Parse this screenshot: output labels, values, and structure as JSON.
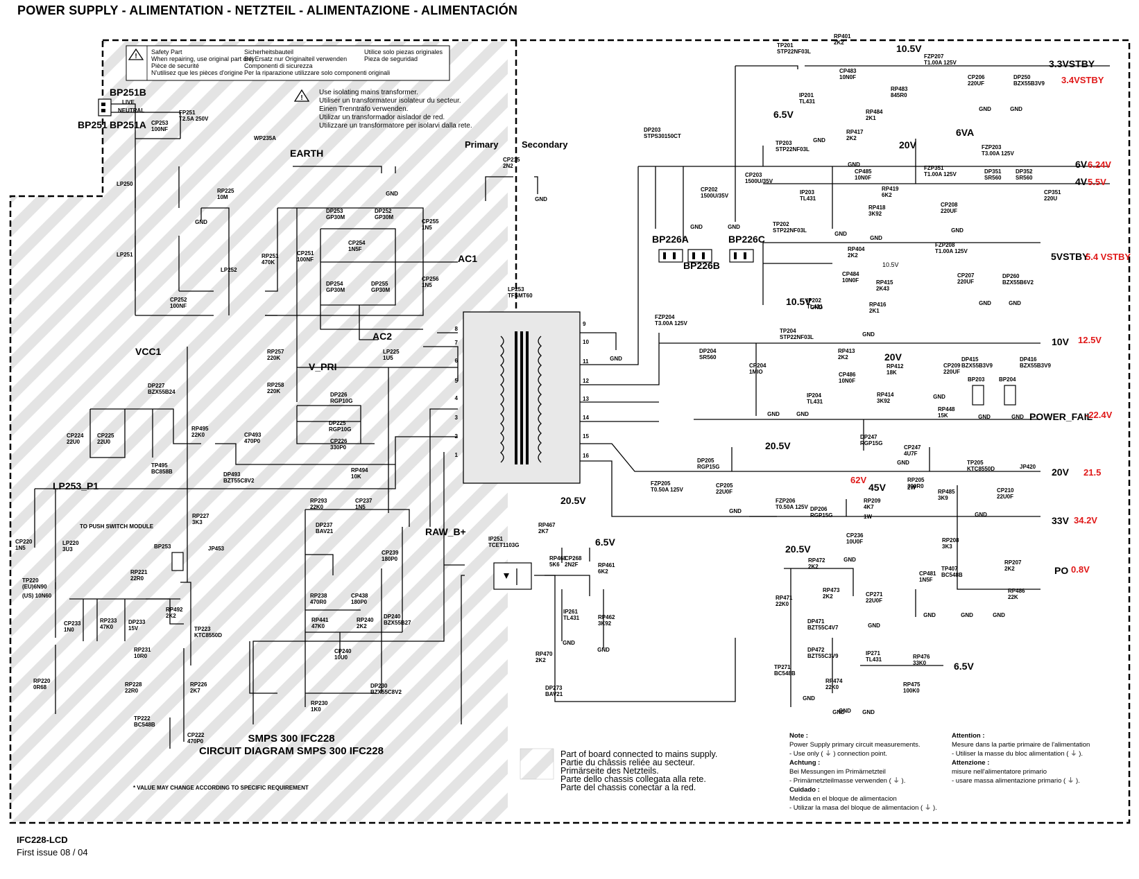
{
  "header": {
    "title": "POWER SUPPLY  -  ALIMENTATION - NETZTEIL - ALIMENTAZIONE -  ALIMENTACIÓN"
  },
  "footer": {
    "model": "IFC228-LCD",
    "issue": "First issue 08 / 04"
  },
  "safety_box": {
    "lines": [
      [
        "Safety Part",
        "Sicherheitsbauteil",
        "Utilice solo piezas originales"
      ],
      [
        "When repairing, use original part only",
        "Bei Ersatz nur Originalteil verwenden",
        "Pieza de seguridad"
      ],
      [
        "Pièce de securité",
        "Componenti di sicurezza",
        ""
      ],
      [
        "N'utilisez que les pièces d'origine",
        "Per la riparazione utilizzare solo componenti originali",
        ""
      ]
    ]
  },
  "isolation_note": [
    "Use isolating mains transformer.",
    "Utiliser un transformateur isolateur du secteur.",
    "Einen Trenntrafo verwenden.",
    "Utilizar un transformador aislador de red.",
    "Utilizzare un transformatore per isolarvi dalla rete."
  ],
  "regions": {
    "primary": "Primary",
    "secondary": "Secondary"
  },
  "diagram_title": [
    "SMPS 300 IFC228",
    "CIRCUIT DIAGRAM SMPS 300 IFC228"
  ],
  "value_note": "* VALUE MAY CHANGE ACCORDING TO SPECIFIC REQUIREMENT",
  "switch_note": "TO PUSH SWITCH MODULE",
  "hatch_legend": [
    "Part of board connected to mains supply.",
    "Partie du châssis reliée au secteur.",
    "Primärseite des Netzteils.",
    "Parte dello chassis collegata alla rete.",
    "Parte del chassis conectar a la red."
  ],
  "notes_left": [
    {
      "t": "Note :",
      "b": true
    },
    {
      "t": "Power Supply primary circuit measurements.",
      "b": false
    },
    {
      "t": "- Use only  ( ⏚ )  connection point.",
      "b": false
    },
    {
      "t": "Achtung :",
      "b": true
    },
    {
      "t": "Bei Messungen im Primärnetzteil",
      "b": false
    },
    {
      "t": "- Primärnetzteilmasse verwenden (  ⏚  ).",
      "b": false
    },
    {
      "t": "Cuidado :",
      "b": true
    },
    {
      "t": "Medida en el bloque de alimentacion",
      "b": false
    },
    {
      "t": "- Utilizar la masa del bloque de alimentacion (  ⏚  ).",
      "b": false
    }
  ],
  "notes_right": [
    {
      "t": "Attention :",
      "b": true
    },
    {
      "t": "Mesure dans la partie primaire de l'alimentation",
      "b": false
    },
    {
      "t": "- Utiliser la masse du bloc alimentation (  ⏚  ).",
      "b": false
    },
    {
      "t": "Attenzione :",
      "b": true
    },
    {
      "t": "misure nell'alimentatore primario",
      "b": false
    },
    {
      "t": "- usare massa alimentazione primario (  ⏚  ).",
      "b": false
    }
  ],
  "connectors": {
    "bp251": "BP251",
    "bp251b": "BP251B",
    "bp251a": "BP251A",
    "live": "LIVE",
    "neutral": "NEUTRAL",
    "bp226a": "BP226A",
    "bp226b": "BP226B",
    "bp226c": "BP226C",
    "bp253": "BP253",
    "bp203": "BP203",
    "bp204": "BP204"
  },
  "nets": {
    "earth": "EARTH",
    "ac1": "AC1",
    "ac2": "AC2",
    "vcc1": "VCC1",
    "vpri": "V_PRI",
    "lp253p1": "LP253_P1",
    "rawb": "RAW_B+",
    "v33stby": "3.3VSTBY",
    "v33stby_m": "3.4VSTBY",
    "v105a": "10.5V",
    "v65a": "6.5V",
    "v20a": "20V",
    "v6va": "6VA",
    "v6": "6V",
    "v6_m": "6.24V",
    "v4": "4V",
    "v4_m": "5.5V",
    "v5stby": "5VSTBY",
    "v5stby_m": "5.4 VSTBY",
    "v105b": "10.5V",
    "v105c": "10.5V",
    "v10": "10V",
    "v10_m": "12.5V",
    "v20b": "20V",
    "powerfail": "POWER_FAIL",
    "powerfail_m": "-22.4V",
    "v205a": "20.5V",
    "v20c": "20V",
    "v20c_m": "21.5",
    "v45": "45V",
    "v45_m": "62V",
    "v33": "33V",
    "v33_m": "34.2V",
    "v205b": "20.5V",
    "v65b": "6.5V",
    "v205c": "20.5V",
    "v65c": "6.5V",
    "po": "PO",
    "po_m": "0.8V"
  },
  "components": [
    {
      "r": "FP251",
      "v": "T2.5A 250V"
    },
    {
      "r": "CP253",
      "v": "100NF"
    },
    {
      "r": "LP250",
      "v": ""
    },
    {
      "r": "LP251",
      "v": ""
    },
    {
      "r": "RP225",
      "v": "10M"
    },
    {
      "r": "CP252",
      "v": "100NF"
    },
    {
      "r": "LP252",
      "v": ""
    },
    {
      "r": "RP251",
      "v": "470K"
    },
    {
      "r": "CP251",
      "v": "100NF"
    },
    {
      "r": "DP253",
      "v": "GP30M"
    },
    {
      "r": "DP252",
      "v": "GP30M"
    },
    {
      "r": "CP254",
      "v": "1N5F"
    },
    {
      "r": "DP254",
      "v": "GP30M"
    },
    {
      "r": "DP255",
      "v": "GP30M"
    },
    {
      "r": "CP255",
      "v": "1N5"
    },
    {
      "r": "CP256",
      "v": "1N5"
    },
    {
      "r": "WP235A",
      "v": ""
    },
    {
      "r": "CP215",
      "v": "2N2"
    },
    {
      "r": "LP253",
      "v": "TFSMT60"
    },
    {
      "r": "RP257",
      "v": "220K"
    },
    {
      "r": "RP258",
      "v": "220K"
    },
    {
      "r": "LP225",
      "v": "1U5"
    },
    {
      "r": "DP226",
      "v": "RGP10G"
    },
    {
      "r": "DP225",
      "v": "RGP10G"
    },
    {
      "r": "CP226",
      "v": "330P0"
    },
    {
      "r": "DP227",
      "v": "BZX55B24"
    },
    {
      "r": "CP224",
      "v": "22U0"
    },
    {
      "r": "CP225",
      "v": "22U0"
    },
    {
      "r": "RP495",
      "v": "22K0"
    },
    {
      "r": "CP493",
      "v": "470P0"
    },
    {
      "r": "TP495",
      "v": "BC858B"
    },
    {
      "r": "DP493",
      "v": "BZT55C8V2"
    },
    {
      "r": "RP494",
      "v": "10K"
    },
    {
      "r": "RP227",
      "v": "3K3"
    },
    {
      "r": "JP453",
      "v": ""
    },
    {
      "r": "CP220",
      "v": "1N5"
    },
    {
      "r": "LP220",
      "v": "3U3"
    },
    {
      "r": "TP220",
      "v": "(EU)6N90"
    },
    {
      "r": "",
      "v": "(US) 10N60"
    },
    {
      "r": "RP221",
      "v": "22R0"
    },
    {
      "r": "CP233",
      "v": "1N0"
    },
    {
      "r": "RP233",
      "v": "47K0"
    },
    {
      "r": "DP233",
      "v": "15V"
    },
    {
      "r": "RP492",
      "v": "2K2"
    },
    {
      "r": "TP223",
      "v": "KTC8550D"
    },
    {
      "r": "RP231",
      "v": "10R0"
    },
    {
      "r": "RP220",
      "v": "0R68"
    },
    {
      "r": "RP228",
      "v": "22R0"
    },
    {
      "r": "RP226",
      "v": "2K7"
    },
    {
      "r": "TP222",
      "v": "BC548B"
    },
    {
      "r": "CP222",
      "v": "470P0"
    },
    {
      "r": "RP293",
      "v": "22K0"
    },
    {
      "r": "CP237",
      "v": "1N5"
    },
    {
      "r": "DP237",
      "v": "BAV21"
    },
    {
      "r": "CP239",
      "v": "180P0"
    },
    {
      "r": "RP238",
      "v": "470R0"
    },
    {
      "r": "CP438",
      "v": "180P0"
    },
    {
      "r": "RP441",
      "v": "47K0"
    },
    {
      "r": "RP240",
      "v": "2K2"
    },
    {
      "r": "DP240",
      "v": "BZX55B27"
    },
    {
      "r": "CP240",
      "v": "10U0"
    },
    {
      "r": "DP230",
      "v": "BZX55C8V2"
    },
    {
      "r": "RP230",
      "v": "1K0"
    },
    {
      "r": "IP251",
      "v": "TCET1103G"
    },
    {
      "r": "RP467",
      "v": "2K7"
    },
    {
      "r": "RP468",
      "v": "5K6"
    },
    {
      "r": "CP268",
      "v": "2N2F"
    },
    {
      "r": "IP261",
      "v": "TL431"
    },
    {
      "r": "RP461",
      "v": "6K2"
    },
    {
      "r": "RP462",
      "v": "3K92"
    },
    {
      "r": "RP470",
      "v": "2K2"
    },
    {
      "r": "DP273",
      "v": "BAV21"
    },
    {
      "r": "TP201",
      "v": "STP22NF03L"
    },
    {
      "r": "RP401",
      "v": "2K2"
    },
    {
      "r": "CP483",
      "v": "10N0F"
    },
    {
      "r": "RP483",
      "v": "845R0"
    },
    {
      "r": "IP201",
      "v": "TL431"
    },
    {
      "r": "RP484",
      "v": "2K1"
    },
    {
      "r": "FZP207",
      "v": "T1.00A 125V"
    },
    {
      "r": "CP206",
      "v": "220UF"
    },
    {
      "r": "DP250",
      "v": "BZX55B3V9"
    },
    {
      "r": "DP203",
      "v": "STPS30150CT"
    },
    {
      "r": "CP202",
      "v": "1500U/35V"
    },
    {
      "r": "CP203",
      "v": "1500U/35V"
    },
    {
      "r": "TP203",
      "v": "STP22NF03L"
    },
    {
      "r": "RP417",
      "v": "2K2"
    },
    {
      "r": "CP485",
      "v": "10N0F"
    },
    {
      "r": "IP203",
      "v": "TL431"
    },
    {
      "r": "RP419",
      "v": "6K2"
    },
    {
      "r": "RP418",
      "v": "3K92"
    },
    {
      "r": "FZP351",
      "v": "T1.00A 125V"
    },
    {
      "r": "FZP203",
      "v": "T3.00A 125V"
    },
    {
      "r": "DP351",
      "v": "SR560"
    },
    {
      "r": "DP352",
      "v": "SR560"
    },
    {
      "r": "CP208",
      "v": "220UF"
    },
    {
      "r": "CP351",
      "v": "220U"
    },
    {
      "r": "TP202",
      "v": "STP22NF03L"
    },
    {
      "r": "RP404",
      "v": "2K2"
    },
    {
      "r": "CP484",
      "v": "10N0F"
    },
    {
      "r": "RP415",
      "v": "2K43"
    },
    {
      "r": "IP202",
      "v": "TL431"
    },
    {
      "r": "RP416",
      "v": "2K1"
    },
    {
      "r": "FZP208",
      "v": "T1.00A 125V"
    },
    {
      "r": "CP207",
      "v": "220UF"
    },
    {
      "r": "DP260",
      "v": "BZX55B6V2"
    },
    {
      "r": "FZP204",
      "v": "T3.00A 125V"
    },
    {
      "r": "DP204",
      "v": "SR560"
    },
    {
      "r": "CP204",
      "v": "1MIO"
    },
    {
      "r": "TP204",
      "v": "STP22NF03L"
    },
    {
      "r": "RP413",
      "v": "2K2"
    },
    {
      "r": "CP486",
      "v": "10N0F"
    },
    {
      "r": "RP412",
      "v": "18K"
    },
    {
      "r": "IP204",
      "v": "TL431"
    },
    {
      "r": "RP414",
      "v": "3K92"
    },
    {
      "r": "CP209",
      "v": "220UF"
    },
    {
      "r": "DP415",
      "v": "BZX55B3V9"
    },
    {
      "r": "DP416",
      "v": "BZX55B3V9"
    },
    {
      "r": "RP448",
      "v": "15K"
    },
    {
      "r": "DP247",
      "v": "RGP15G"
    },
    {
      "r": "CP247",
      "v": "4U7F"
    },
    {
      "r": "DP205",
      "v": "RGP15G"
    },
    {
      "r": "FZP205",
      "v": "T0.50A 125V"
    },
    {
      "r": "CP205",
      "v": "22U0F"
    },
    {
      "r": "RP205",
      "v": "390R0"
    },
    {
      "r": "",
      "v": "2W"
    },
    {
      "r": "TP205",
      "v": "KTC8550D"
    },
    {
      "r": "JP420",
      "v": ""
    },
    {
      "r": "RP485",
      "v": "3K9"
    },
    {
      "r": "CP210",
      "v": "22U0F"
    },
    {
      "r": "FZP206",
      "v": "T0.50A 125V"
    },
    {
      "r": "DP206",
      "v": "RGP15G"
    },
    {
      "r": "RP209",
      "v": "4K7"
    },
    {
      "r": "",
      "v": "1W"
    },
    {
      "r": "CP236",
      "v": "10U0F"
    },
    {
      "r": "RP208",
      "v": "3K3"
    },
    {
      "r": "RP472",
      "v": "2K2"
    },
    {
      "r": "RP473",
      "v": "2K2"
    },
    {
      "r": "CP271",
      "v": "22U0F"
    },
    {
      "r": "RP471",
      "v": "22K0"
    },
    {
      "r": "DP471",
      "v": "BZT55C4V7"
    },
    {
      "r": "DP472",
      "v": "BZT55C3V9"
    },
    {
      "r": "IP271",
      "v": "TL431"
    },
    {
      "r": "RP476",
      "v": "33K0"
    },
    {
      "r": "TP271",
      "v": "BC548B"
    },
    {
      "r": "RP474",
      "v": "22K0"
    },
    {
      "r": "RP475",
      "v": "100K0"
    },
    {
      "r": "CP481",
      "v": "1N5F"
    },
    {
      "r": "TP407",
      "v": "BC548B"
    },
    {
      "r": "RP207",
      "v": "2K2"
    },
    {
      "r": "RP486",
      "v": "22K"
    }
  ]
}
